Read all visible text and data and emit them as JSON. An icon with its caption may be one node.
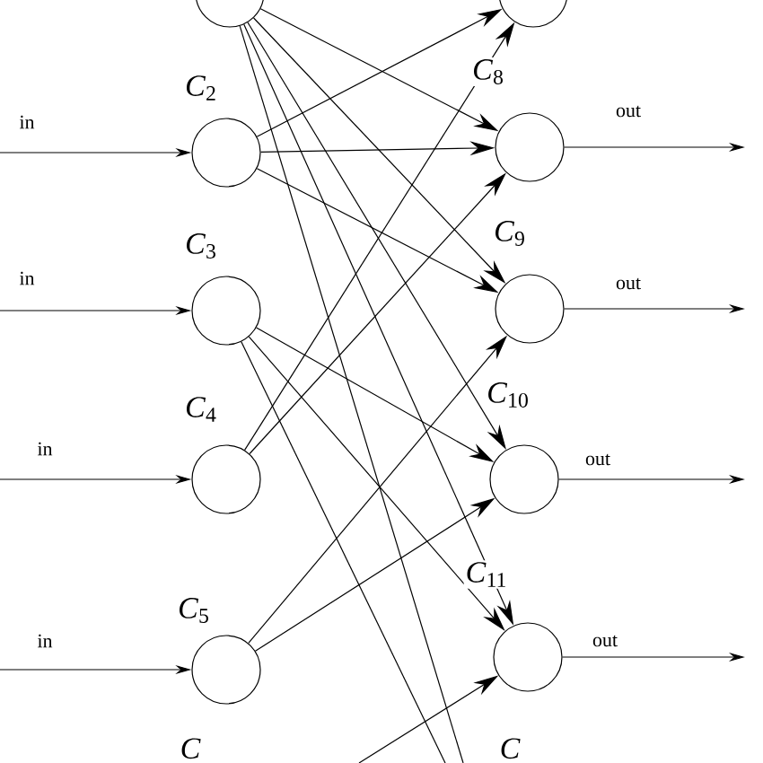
{
  "diagram": {
    "nodes": [
      {
        "text": [],
        "shape": "circle"
      },
      {
        "text": [],
        "shape": "circle",
        "beside": [
          "*C*$_{2}$"
        ]
      },
      {
        "text": [],
        "shape": "circle",
        "beside": [
          "*C*$_{3}$"
        ]
      },
      {
        "text": [],
        "shape": "circle",
        "beside": [
          "*C*$_{4}$"
        ]
      },
      {
        "text": [],
        "shape": "circle",
        "beside": [
          "*C*$_{5}$"
        ]
      },
      {
        "text": [],
        "shape": "circle"
      },
      {
        "text": [],
        "shape": "circle",
        "beside": [
          "*C*$_{8}$"
        ]
      },
      {
        "text": [],
        "shape": "circle",
        "beside": [
          "*C*$_{9}$"
        ]
      },
      {
        "text": [],
        "shape": "circle",
        "beside": [
          "*C*$_{10}$"
        ]
      },
      {
        "text": [],
        "shape": "circle",
        "beside": [
          "*C*$_{11}$"
        ]
      }
    ],
    "edges": [
      {
        "from": null,
        "to": 1,
        "arrow": "to",
        "label": "in"
      },
      {
        "from": null,
        "to": 2,
        "arrow": "to",
        "label": "in"
      },
      {
        "from": null,
        "to": 3,
        "arrow": "to",
        "label": "in"
      },
      {
        "from": null,
        "to": 4,
        "arrow": "to",
        "label": "in"
      },
      {
        "from": 6,
        "to": null,
        "arrow": "to",
        "label": "out"
      },
      {
        "from": 7,
        "to": null,
        "arrow": "to",
        "label": "out"
      },
      {
        "from": 8,
        "to": null,
        "arrow": "to",
        "label": "out"
      },
      {
        "from": 9,
        "to": null,
        "arrow": "to",
        "label": "out"
      },
      {
        "from": 0,
        "to": 6,
        "arrow": "to"
      },
      {
        "from": 0,
        "to": 7,
        "arrow": "to"
      },
      {
        "from": 0,
        "to": 8,
        "arrow": "to"
      },
      {
        "from": 0,
        "to": 9,
        "arrow": "to"
      },
      {
        "from": 0,
        "to": null,
        "arrow": "none"
      },
      {
        "from": 1,
        "to": 5,
        "arrow": "to"
      },
      {
        "from": 1,
        "to": 6,
        "arrow": "to"
      },
      {
        "from": 1,
        "to": 7,
        "arrow": "to"
      },
      {
        "from": 2,
        "to": 8,
        "arrow": "to"
      },
      {
        "from": 2,
        "to": 9,
        "arrow": "to"
      },
      {
        "from": 2,
        "to": null,
        "arrow": "none"
      },
      {
        "from": 3,
        "to": 5,
        "arrow": "to"
      },
      {
        "from": 3,
        "to": 6,
        "arrow": "to"
      },
      {
        "from": 4,
        "to": 7,
        "arrow": "to"
      },
      {
        "from": 4,
        "to": 8,
        "arrow": "to"
      },
      {
        "from": null,
        "to": 9,
        "arrow": "to"
      }
    ],
    "labels": [
      "C",
      "C"
    ]
  }
}
